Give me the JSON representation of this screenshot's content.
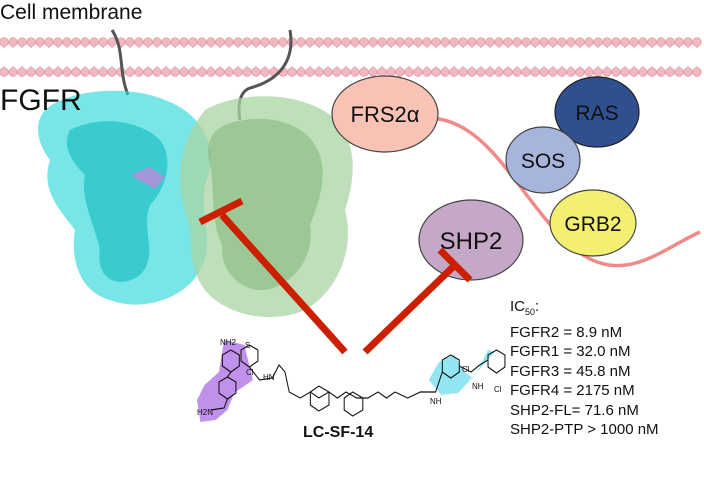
{
  "labels": {
    "cell_membrane": "Cell membrane",
    "fgfr": "FGFR",
    "frs2a": "FRS2α",
    "ras": "RAS",
    "sos": "SOS",
    "grb2": "GRB2",
    "shp2": "SHP2",
    "compound": "LC-SF-14"
  },
  "ic50": {
    "title": "IC",
    "title_sub": "50",
    "title_suffix": ":",
    "rows": [
      "FGFR2 = 8.9 nM",
      "FGFR1 = 32.0 nM",
      "FGFR3 = 45.8 nM",
      "FGFR4 = 2175 nM",
      "SHP2-FL= 71.6 nM",
      "SHP2-PTP > 1000 nM"
    ]
  },
  "molecule_atoms": {
    "nh2_top": "NH2",
    "s": "S",
    "cl1": "Cl",
    "hn": "HN",
    "h2n": "H2N",
    "cl2": "Cl",
    "cl3": "Cl",
    "n_nh": "NH",
    "nh2": "NH"
  },
  "colors": {
    "membrane": "#f2b8c0",
    "frs2a": "#f8c3b4",
    "ras": "#2f4f8e",
    "sos": "#a7b5dc",
    "grb2": "#f3ef72",
    "shp2": "#c5a7c8",
    "inhibit": "#cc1f00",
    "fgfr_cyan": "#1fd6d8",
    "fgfr_green": "#a9d4a3",
    "purple_highlight": "#b57ee8",
    "cyan_highlight": "#7fe0f0"
  }
}
